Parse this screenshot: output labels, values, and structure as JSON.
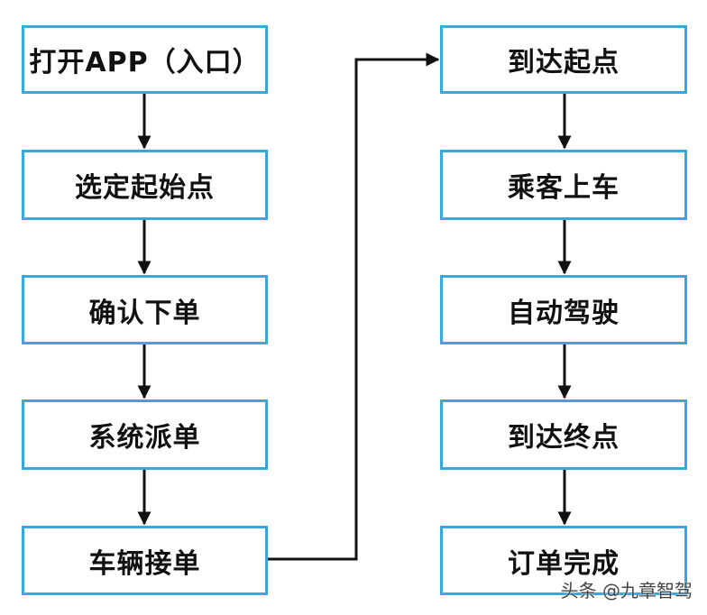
{
  "left_column": [
    {
      "label": "打开APP（入口）"
    },
    {
      "label": "选定起始点"
    },
    {
      "label": "确认下单"
    },
    {
      "label": "系统派单"
    },
    {
      "label": "车辆接单"
    }
  ],
  "right_column": [
    {
      "label": "到达起点"
    },
    {
      "label": "乘客上车"
    },
    {
      "label": "自动驾驶"
    },
    {
      "label": "到达终点"
    },
    {
      "label": "订单完成"
    }
  ],
  "watermark": "头条 @九章智驾",
  "colors": {
    "box_border": "#3aa7dc",
    "arrow": "#111111"
  }
}
